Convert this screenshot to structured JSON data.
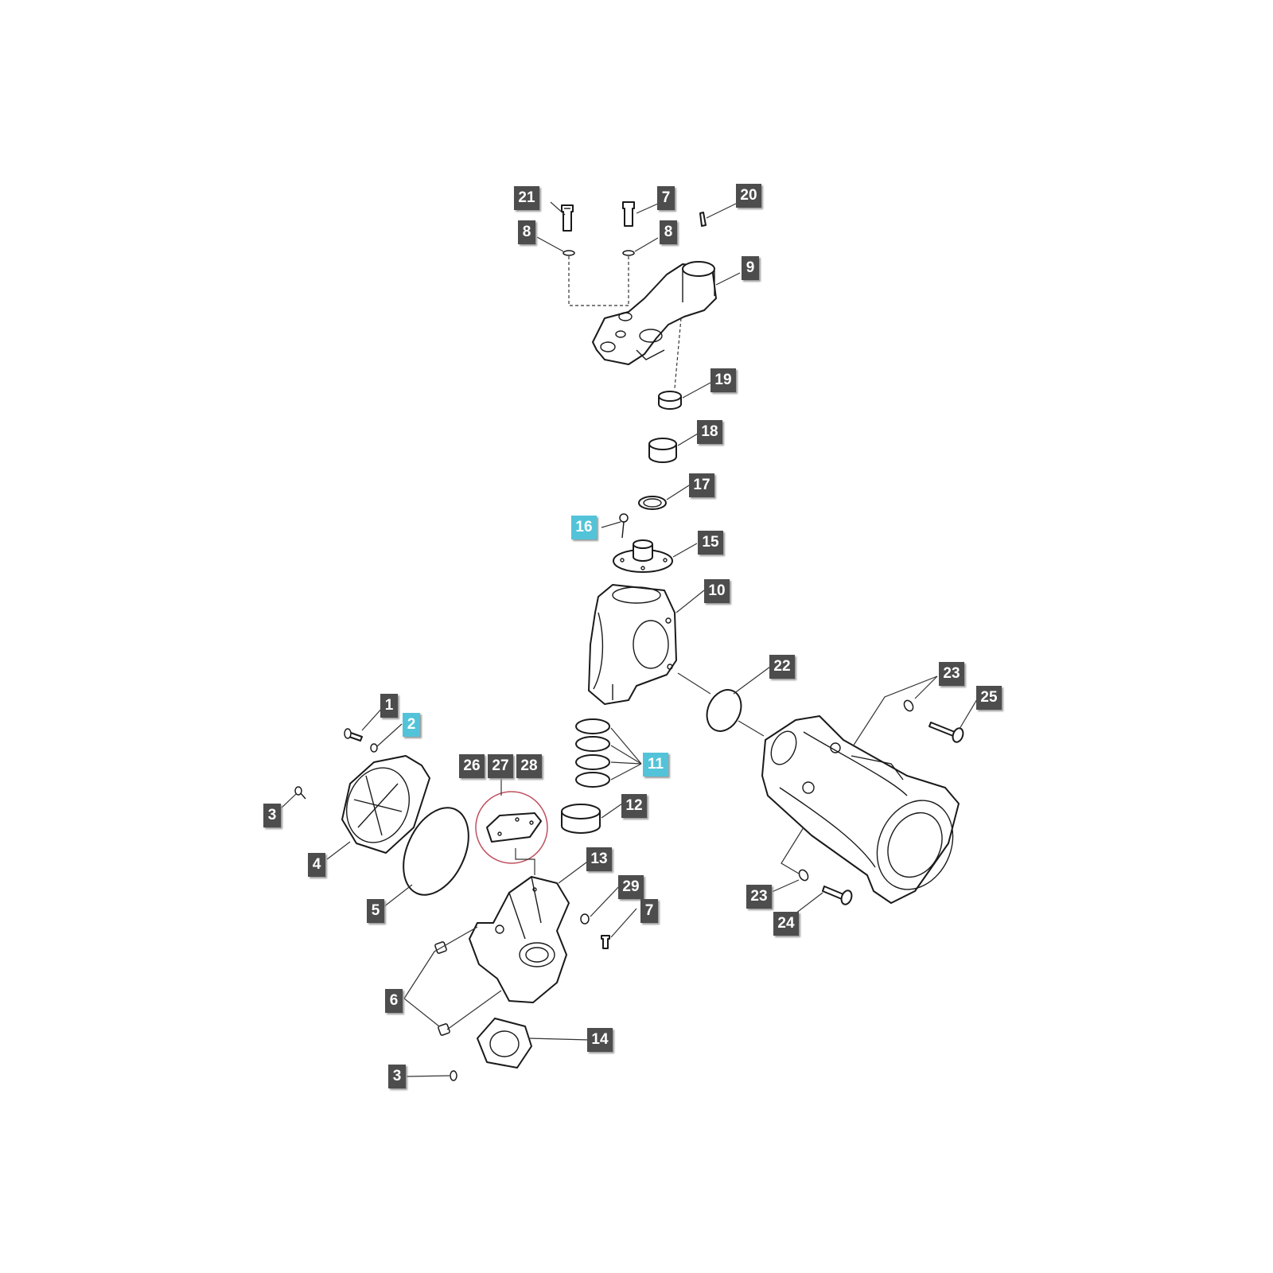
{
  "colors": {
    "callout_default": "#4d4d4d",
    "callout_highlight": "#52c3d8",
    "selection_ring": "#c05060",
    "line": "#1a1a1a"
  },
  "callouts": [
    {
      "id": "c21",
      "text": "21",
      "highlight": false
    },
    {
      "id": "c7a",
      "text": "7",
      "highlight": false
    },
    {
      "id": "c20",
      "text": "20",
      "highlight": false
    },
    {
      "id": "c8a",
      "text": "8",
      "highlight": false
    },
    {
      "id": "c8b",
      "text": "8",
      "highlight": false
    },
    {
      "id": "c9",
      "text": "9",
      "highlight": false
    },
    {
      "id": "c19",
      "text": "19",
      "highlight": false
    },
    {
      "id": "c18",
      "text": "18",
      "highlight": false
    },
    {
      "id": "c17",
      "text": "17",
      "highlight": false
    },
    {
      "id": "c16",
      "text": "16",
      "highlight": true
    },
    {
      "id": "c15",
      "text": "15",
      "highlight": false
    },
    {
      "id": "c10",
      "text": "10",
      "highlight": false
    },
    {
      "id": "c22",
      "text": "22",
      "highlight": false
    },
    {
      "id": "c23a",
      "text": "23",
      "highlight": false
    },
    {
      "id": "c25",
      "text": "25",
      "highlight": false
    },
    {
      "id": "c1",
      "text": "1",
      "highlight": false
    },
    {
      "id": "c2",
      "text": "2",
      "highlight": true
    },
    {
      "id": "c26",
      "text": "26",
      "highlight": false
    },
    {
      "id": "c27",
      "text": "27",
      "highlight": false
    },
    {
      "id": "c28",
      "text": "28",
      "highlight": false
    },
    {
      "id": "c11",
      "text": "11",
      "highlight": true
    },
    {
      "id": "c3a",
      "text": "3",
      "highlight": false
    },
    {
      "id": "c12",
      "text": "12",
      "highlight": false
    },
    {
      "id": "c4",
      "text": "4",
      "highlight": false
    },
    {
      "id": "c13",
      "text": "13",
      "highlight": false
    },
    {
      "id": "c29",
      "text": "29",
      "highlight": false
    },
    {
      "id": "c7b",
      "text": "7",
      "highlight": false
    },
    {
      "id": "c23b",
      "text": "23",
      "highlight": false
    },
    {
      "id": "c24",
      "text": "24",
      "highlight": false
    },
    {
      "id": "c5",
      "text": "5",
      "highlight": false
    },
    {
      "id": "c6",
      "text": "6",
      "highlight": false
    },
    {
      "id": "c14",
      "text": "14",
      "highlight": false
    },
    {
      "id": "c3b",
      "text": "3",
      "highlight": false
    }
  ]
}
